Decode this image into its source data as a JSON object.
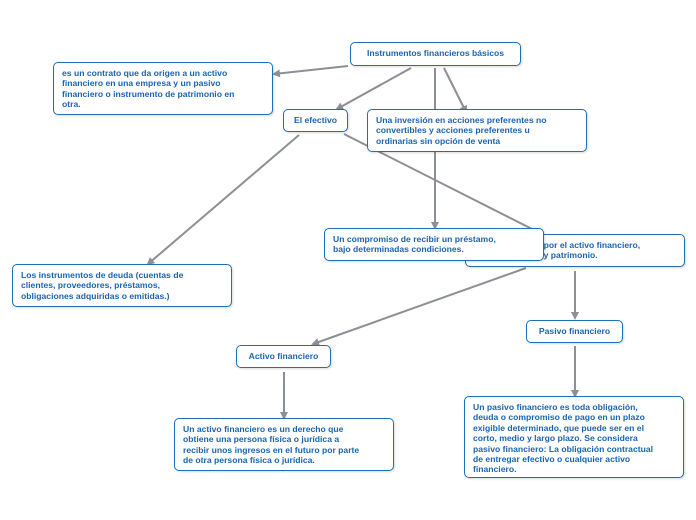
{
  "colors": {
    "node_text": "#1a63b0",
    "node_border": "#1f6fb5",
    "connector": "#8c8f96",
    "background": "#ffffff"
  },
  "nodes": {
    "root": "Instrumentos financieros básicos",
    "contract_def": "es un contrato que da origen a un activo\nfinanciero en una empresa y un pasivo\nfinanciero o instrumento de patrimonio en\notra.",
    "cash": "El efectivo",
    "investment": "Una inversión en acciones preferentes no\nconvertibles y acciones preferentes u\nordinarias sin opción de venta",
    "loan_commitment": "Un compromiso de recibir un préstamo,\nbajo determinadas condiciones.",
    "hidden": "o por el activo financiero,\no y patrimonio.",
    "debt_instruments": "Los instrumentos de deuda (cuentas de\nclientes, proveedores, préstamos,\nobligaciones adquiridas o emitidas.)",
    "financial_asset": "Activo financiero",
    "financial_liability": "Pasivo financiero",
    "asset_def": "Un activo financiero es un derecho que\nobtiene una persona física o jurídica a\nrecibir unos ingresos en el futuro por parte\nde otra persona física o jurídica.",
    "liability_def": "Un pasivo financiero es toda obligación,\ndeuda o compromiso de pago en un plazo\nexigible determinado, que puede ser en el\ncorto, medio y largo plazo. Se considera\npasivo financiero: La obligación contractual\nde entregar efectivo o cualquier activo\nfinanciero."
  }
}
